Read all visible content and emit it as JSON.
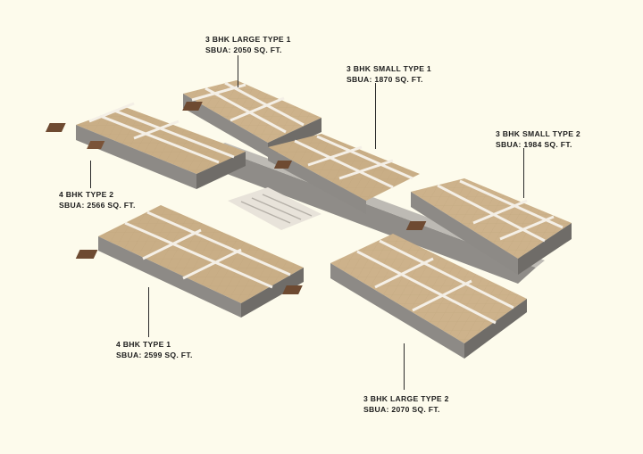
{
  "units": [
    {
      "name": "3 BHK LARGE TYPE 1",
      "area": "SBUA: 2050 SQ. FT."
    },
    {
      "name": "3 BHK SMALL TYPE 1",
      "area": "SBUA: 1870 SQ. FT."
    },
    {
      "name": "3 BHK SMALL TYPE 2",
      "area": "SBUA: 1984 SQ. FT."
    },
    {
      "name": "4 BHK TYPE 2",
      "area": "SBUA: 2566 SQ. FT."
    },
    {
      "name": "4 BHK TYPE 1",
      "area": "SBUA: 2599 SQ. FT."
    },
    {
      "name": "3 BHK LARGE TYPE 2",
      "area": "SBUA: 2070 SQ. FT."
    }
  ],
  "colors": {
    "background": "#fdfbec",
    "floor": "#c9ae86",
    "wall": "#f4efe6",
    "wall_side": "#8d8a86",
    "wood": "#6e4a31",
    "text": "#1c1c1c"
  }
}
